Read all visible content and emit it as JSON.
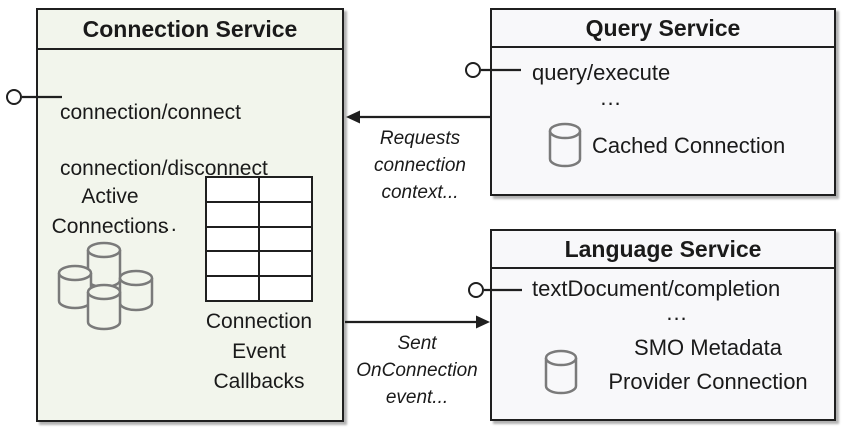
{
  "colors": {
    "connection_box_bg": "#f2f5ec",
    "service_box_bg": "#f8f8fa",
    "border": "#1f1f1f",
    "cylinder_stroke": "#7a7a7a",
    "background": "#ffffff"
  },
  "icons": {
    "cluster": "database-cluster-icon",
    "database": "database-icon",
    "lollipop": "provided-interface-connector",
    "table": "callbacks-table-grid"
  },
  "connection_service": {
    "title": "Connection Service",
    "methods": [
      "connection/connect",
      "connection/disconnect"
    ],
    "more": "...",
    "active_connections_label": "Active\nConnections",
    "callbacks_label": "Connection\nEvent\nCallbacks",
    "callbacks_table": {
      "rows": 5,
      "cols": 2
    }
  },
  "query_service": {
    "title": "Query Service",
    "methods": [
      "query/execute"
    ],
    "more": "...",
    "cache_label": "Cached Connection"
  },
  "language_service": {
    "title": "Language Service",
    "methods": [
      "textDocument/completion"
    ],
    "more": "...",
    "provider_label": "SMO Metadata\nProvider Connection"
  },
  "arrows": {
    "requests": {
      "label": "Requests\nconnection\ncontext...",
      "direction": "query-to-connection"
    },
    "sent": {
      "label": "Sent\nOnConnection\nevent...",
      "direction": "connection-to-language"
    }
  }
}
